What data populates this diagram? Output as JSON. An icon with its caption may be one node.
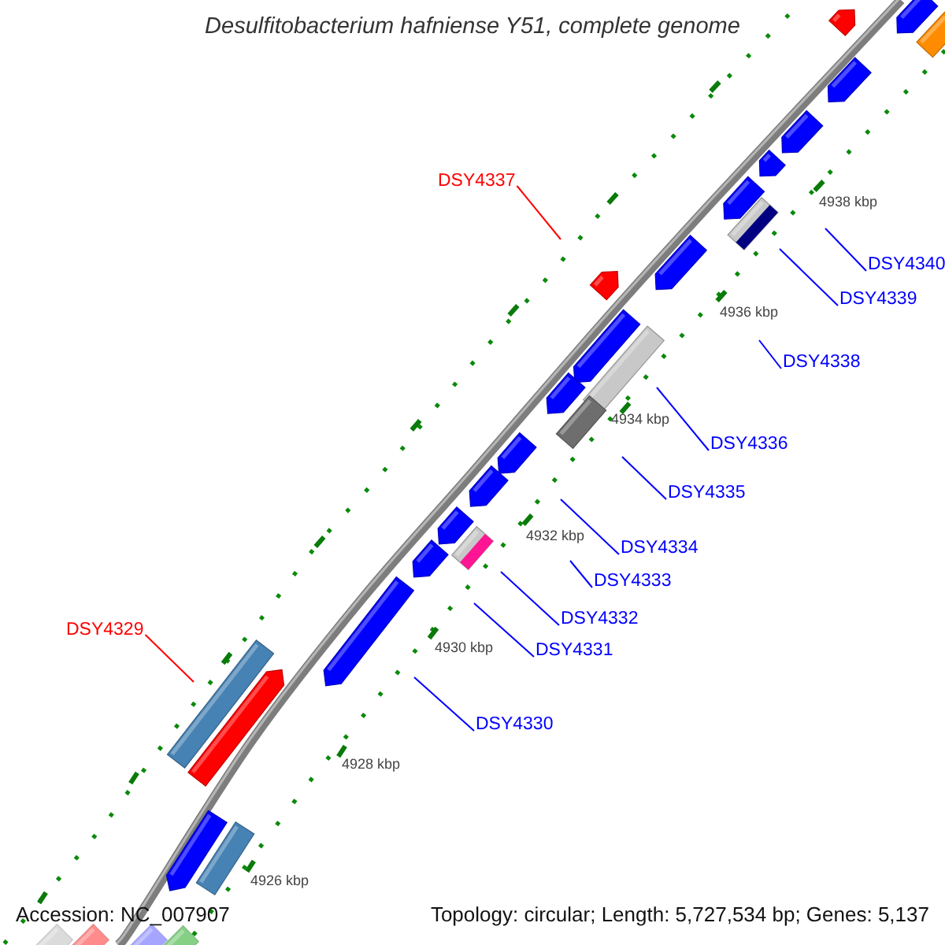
{
  "diagram": {
    "title": "Desulfitobacterium hafniense Y51, complete genome",
    "nodes": [
      {
        "text": [
          "DSY4337"
        ]
      },
      {
        "text": [
          "DSY4340"
        ]
      },
      {
        "text": [
          "DSY4339"
        ]
      },
      {
        "text": [
          "DSY4338"
        ]
      },
      {
        "text": [
          "DSY4336"
        ]
      },
      {
        "text": [
          "DSY4335"
        ]
      },
      {
        "text": [
          "DSY4334"
        ]
      },
      {
        "text": [
          "DSY4333"
        ]
      },
      {
        "text": [
          "DSY4332"
        ]
      },
      {
        "text": [
          "DSY4329"
        ]
      },
      {
        "text": [
          "DSY4331"
        ]
      },
      {
        "text": [
          "DSY4330"
        ]
      }
    ],
    "edges": [
      {
        "from": 0,
        "to": null,
        "arrow": "none",
        "color": "#ff0000"
      },
      {
        "from": 1,
        "to": null,
        "arrow": "none"
      },
      {
        "from": 2,
        "to": null,
        "arrow": "none"
      },
      {
        "from": 3,
        "to": null,
        "arrow": "none"
      },
      {
        "from": 4,
        "to": null,
        "arrow": "none"
      },
      {
        "from": 5,
        "to": null,
        "arrow": "none"
      },
      {
        "from": 6,
        "to": null,
        "arrow": "none"
      },
      {
        "from": 7,
        "to": null,
        "arrow": "none"
      },
      {
        "from": 8,
        "to": null,
        "arrow": "none"
      },
      {
        "from": 9,
        "to": null,
        "arrow": "none",
        "color": "#ff0000"
      },
      {
        "from": 10,
        "to": null,
        "arrow": "none"
      },
      {
        "from": 11,
        "to": null,
        "arrow": "none"
      }
    ],
    "labels": [
      "4938 kbp",
      "4936 kbp",
      "4934 kbp",
      "4932 kbp",
      "4930 kbp",
      "4928 kbp",
      "4926 kbp",
      "Accession: NC_007907",
      "Topology: circular; Length: 5,727,534 bp; Genes: 5,137"
    ]
  }
}
